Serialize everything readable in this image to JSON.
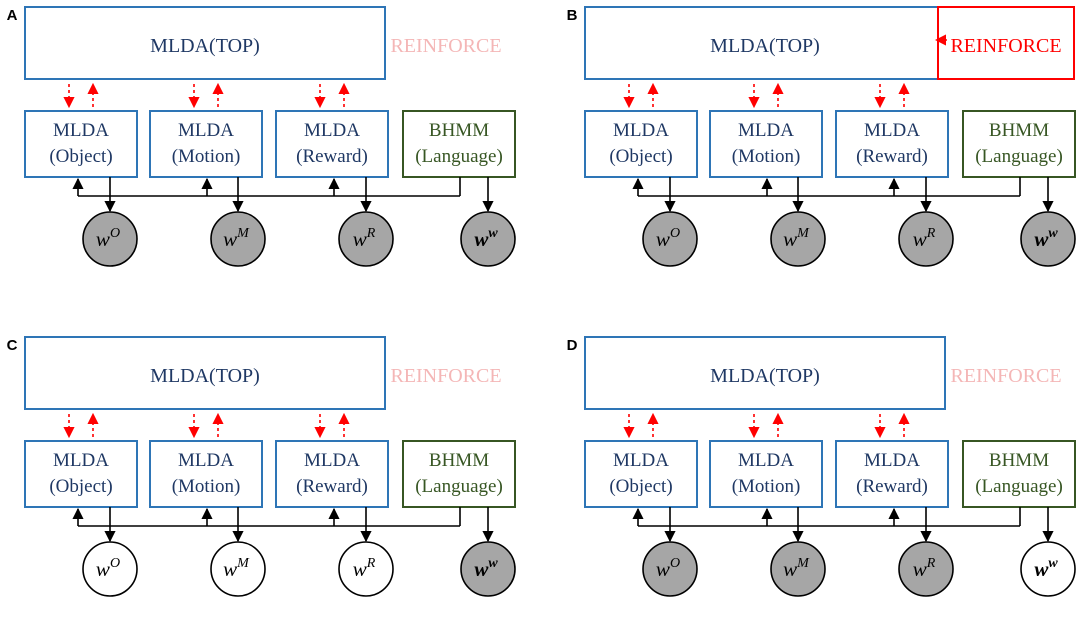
{
  "labels": {
    "top": "MLDA(TOP)",
    "reinforce": "REINFORCE",
    "mlda": "MLDA",
    "bhmm": "BHMM",
    "object": "(Object)",
    "motion": "(Motion)",
    "reward": "(Reward)",
    "language": "(Language)"
  },
  "variables": {
    "base": "w",
    "object": "O",
    "motion": "M",
    "reward": "R",
    "language": "w"
  },
  "colors": {
    "blue_box": "#2e75b6",
    "blue_text": "#1f3864",
    "green_box": "#375623",
    "green_text": "#375623",
    "red_active": "#ff0000",
    "reinforce_inactive": "#f4b6b6",
    "observed_fill": "#a6a6a6",
    "unobserved_fill": "#ffffff",
    "arrow": "#000000"
  },
  "panels": [
    {
      "id": "A",
      "reinforce_active": false,
      "observed": {
        "object": true,
        "motion": true,
        "reward": true,
        "language": true
      }
    },
    {
      "id": "B",
      "reinforce_active": true,
      "observed": {
        "object": true,
        "motion": true,
        "reward": true,
        "language": true
      }
    },
    {
      "id": "C",
      "reinforce_active": false,
      "observed": {
        "object": false,
        "motion": false,
        "reward": false,
        "language": true
      }
    },
    {
      "id": "D",
      "reinforce_active": false,
      "observed": {
        "object": true,
        "motion": true,
        "reward": true,
        "language": false
      }
    }
  ]
}
